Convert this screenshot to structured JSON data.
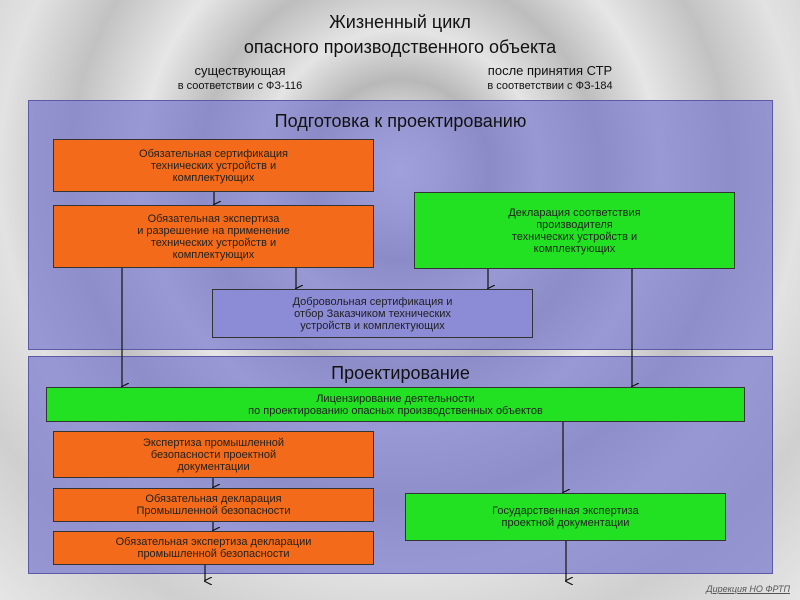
{
  "title_line1": "Жизненный цикл",
  "title_line2": "опасного производственного объекта",
  "left_header": "существующая",
  "left_sub": "в соответствии с ФЗ-116",
  "right_header": "после принятия СТР",
  "right_sub": "в соответствии с ФЗ-184",
  "panel1_title": "Подготовка к проектированию",
  "panel2_title": "Проектирование",
  "boxes": {
    "cert_mandatory": "Обязательная сертификация\nтехнических устройств и\nкомплектующих",
    "expertise_permit": "Обязательная экспертиза\nи разрешение на применение\nтехнических устройств и\nкомплектующих",
    "declaration_manufacturer": "Декларация соответствия\nпроизводителя\nтехнических устройств и\nкомплектующих",
    "voluntary_cert": "Добровольная сертификация и\nотбор Заказчиком технических\nустройств и комплектующих",
    "licensing": "Лицензирование деятельности\nпо проектированию опасных производственных объектов",
    "expertise_safety": "Экспертиза промышленной\nбезопасности проектной\nдокументации",
    "declaration_mandatory": "Обязательная декларация\nПромышленной безопасности",
    "expertise_declaration": "Обязательная экспертиза декларации\nпромышленной безопасности",
    "state_expertise": "Государственная экспертиза\nпроектной документации"
  },
  "footer": "Дирекция НО ФРТП",
  "colors": {
    "orange": "#f36a1a",
    "green": "#22e022",
    "blue_box": "#8b8bd6",
    "panel": "#7878cd"
  }
}
